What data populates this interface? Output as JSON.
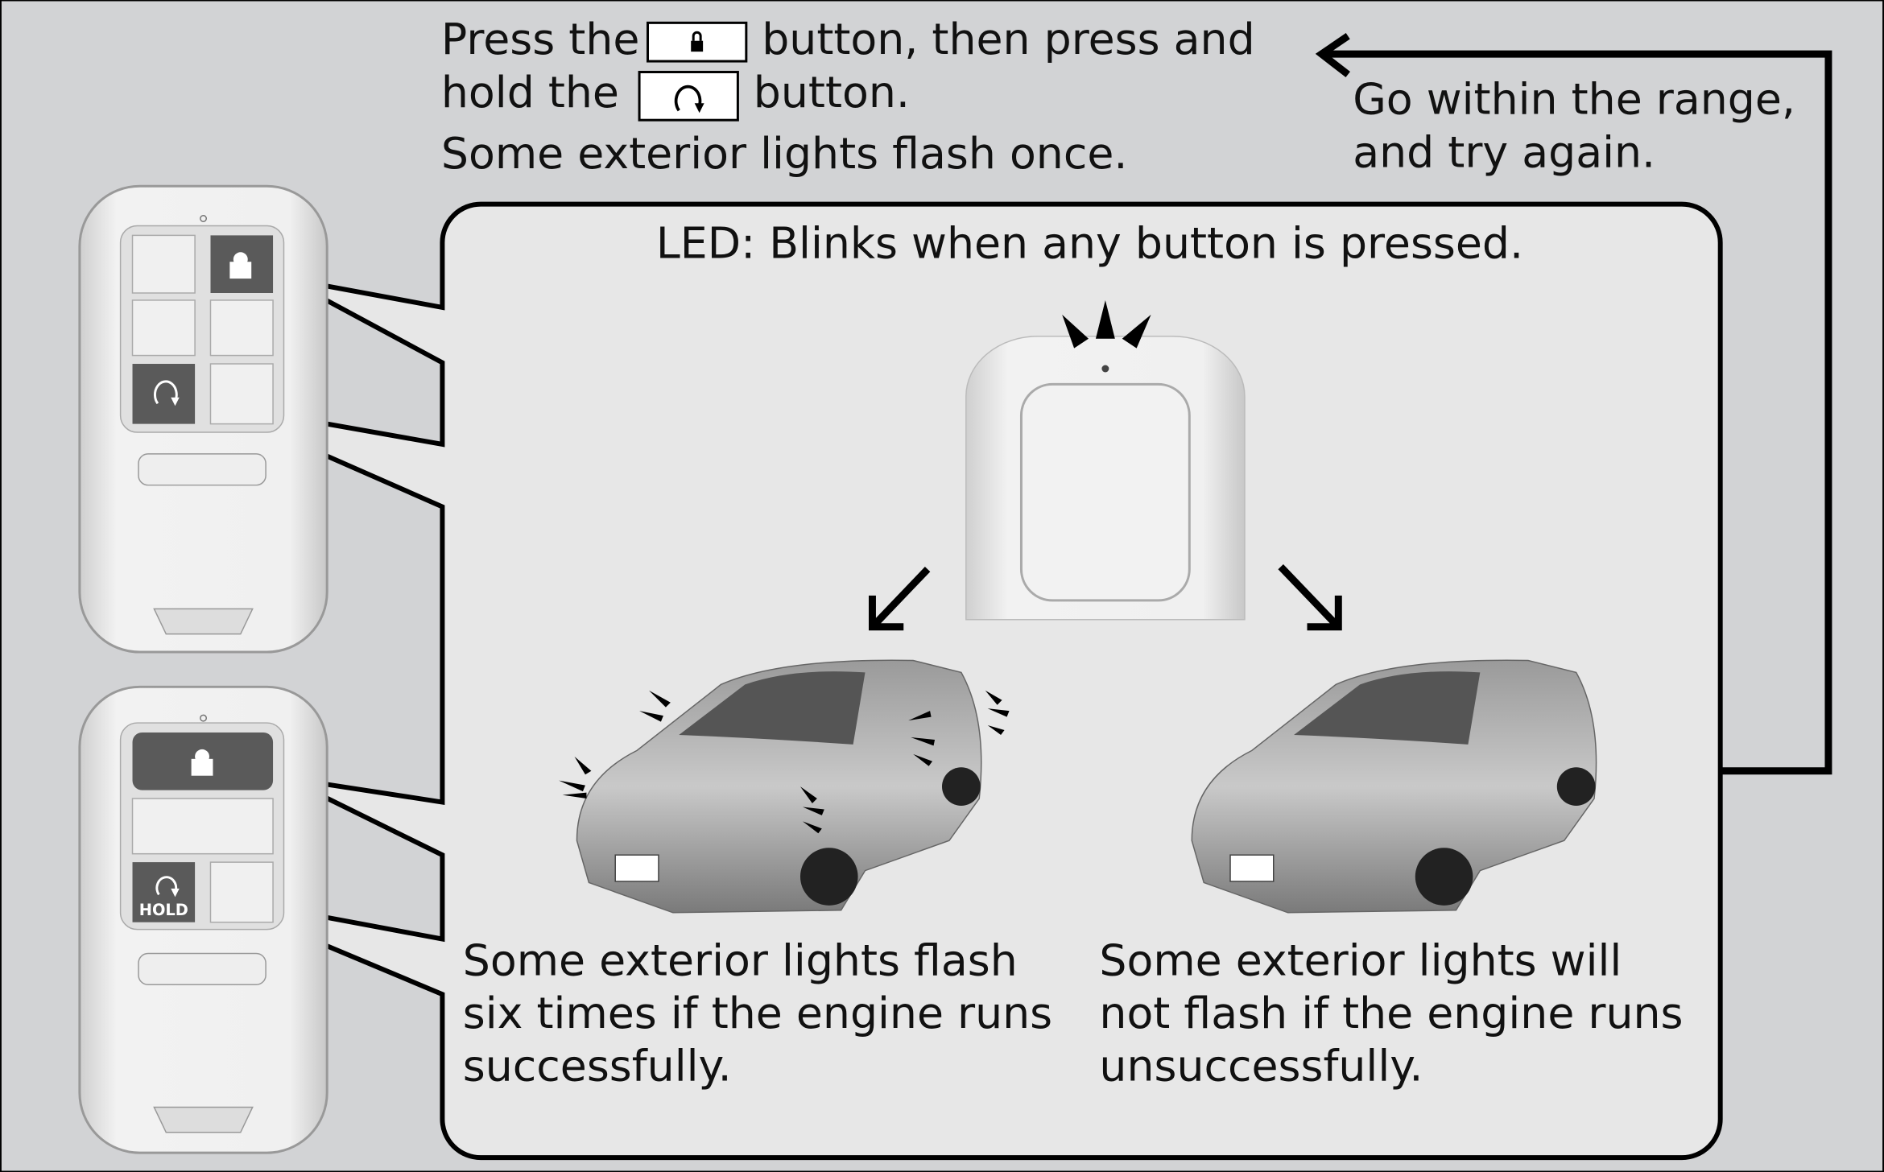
{
  "instructions": {
    "line1_a": "Press the",
    "line1_b": "button, then press and",
    "line2_a": "hold the",
    "line2_b": "button.",
    "line3": "Some exterior lights flash once."
  },
  "retry": {
    "line1": "Go within the range,",
    "line2": "and try again."
  },
  "panel": {
    "led_caption": "LED: Blinks when any button is pressed.",
    "success": [
      "Some exterior lights flash",
      "six times if the engine runs",
      "successfully."
    ],
    "failure": [
      "Some exterior lights will",
      "not flash if the engine runs",
      "unsuccessfully."
    ]
  },
  "fob": {
    "hold_label": "HOLD"
  },
  "icons": {
    "lock": "lock-icon",
    "remote_start": "circular-arrow-icon"
  },
  "colors": {
    "background": "#d2d3d5",
    "panel": "#e7e7e7",
    "button_dark": "#5a5a5a",
    "line": "#000000"
  }
}
